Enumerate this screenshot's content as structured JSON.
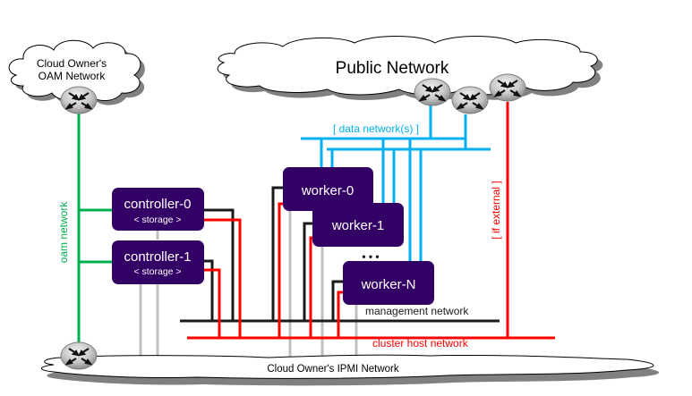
{
  "colors": {
    "node_fill": "#330066",
    "node_text": "#ffffff",
    "oam": "#00b050",
    "data": "#00b0f0",
    "mgmt": "#1a1a1a",
    "cluster": "#ff0000",
    "ipmi": "#bfbfbf",
    "cloud_shadow": "#808080"
  },
  "clouds": {
    "oam": "Cloud Owner's\nOAM Network",
    "oam_line1": "Cloud Owner's",
    "oam_line2": "OAM Network",
    "public": "Public Network",
    "ipmi": "Cloud Owner's IPMI Network"
  },
  "routers": [
    {
      "id": "oam-router",
      "icon": "router-icon"
    },
    {
      "id": "public-router-1",
      "icon": "router-icon"
    },
    {
      "id": "public-router-2",
      "icon": "router-icon"
    },
    {
      "id": "public-router-3",
      "icon": "router-icon"
    },
    {
      "id": "ipmi-router",
      "icon": "router-icon"
    }
  ],
  "nodes": {
    "controller0": {
      "name": "controller-0",
      "sub": "< storage >"
    },
    "controller1": {
      "name": "controller-1",
      "sub": "< storage >"
    },
    "worker0": {
      "name": "worker-0"
    },
    "worker1": {
      "name": "worker-1"
    },
    "ellipsis": "• • •",
    "workerN": {
      "name": "worker-N"
    }
  },
  "network_labels": {
    "data": "[ data network(s) ]",
    "oam": "oam network",
    "external": "[ if external ]",
    "management": "management network",
    "cluster": "cluster host network"
  }
}
